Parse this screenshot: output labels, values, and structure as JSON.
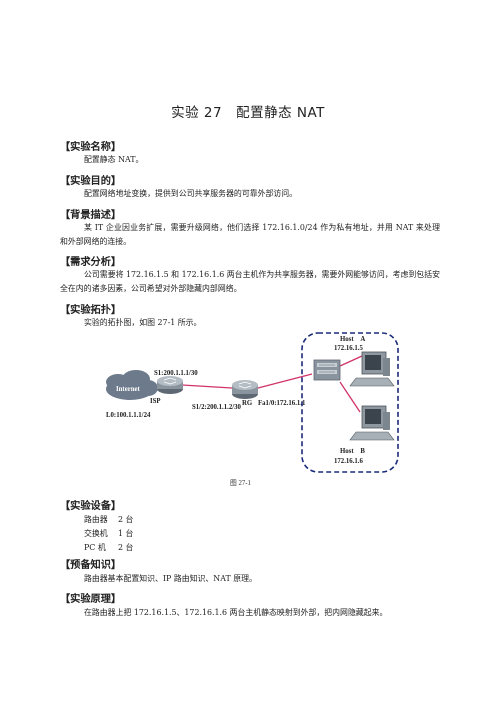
{
  "title": "实验 27　配置静态 NAT",
  "sections": {
    "name": {
      "heading": "【实验名称】",
      "body": "配置静态 NAT。"
    },
    "purpose": {
      "heading": "【实验目的】",
      "body": "配置网络地址变换，提供到公司共享服务器的可靠外部访问。"
    },
    "background": {
      "heading": "【背景描述】",
      "body": "某 IT 企业因业务扩展，需要升级网络，他们选择 172.16.1.0/24 作为私有地址，并用 NAT 来处理和外部网络的连接。"
    },
    "needs": {
      "heading": "【需求分析】",
      "body": "公司需要将 172.16.1.5 和 172.16.1.6 两台主机作为共享服务器，需要外网能够访问，考虑到包括安全在内的诸多因素，公司希望对外部隐藏内部网络。"
    },
    "topology": {
      "heading": "【实验拓扑】",
      "body": "实验的拓扑图，如图 27-1 所示。"
    },
    "equipment": {
      "heading": "【实验设备】",
      "items": [
        {
          "name": "路由器",
          "qty": "2 台"
        },
        {
          "name": "交换机",
          "qty": "1 台"
        },
        {
          "name": "PC 机",
          "qty": "2 台"
        }
      ]
    },
    "prereq": {
      "heading": "【预备知识】",
      "body": "路由器基本配置知识、IP 路由知识、NAT 原理。"
    },
    "principle": {
      "heading": "【实验原理】",
      "body": "在路由器上把 172.16.1.5、172.16.1.6 两台主机静态映射到外部，把内网隐藏起来。"
    }
  },
  "diagram": {
    "caption": "图 27-1",
    "internet_label": "Internet",
    "isp_label": "ISP",
    "rg_label": "RG",
    "s1_label": "S1:200.1.1.1/30",
    "s12_label": "S1/2:200.1.1.2/30",
    "fa_label": "Fa1/0:172.16.1.1",
    "l0_label": "L0:100.1.1.1/24",
    "host_a_name": "Host　A",
    "host_a_ip": "172.16.1.5",
    "host_b_name": "Host　B",
    "host_b_ip": "172.16.1.6",
    "colors": {
      "link": "#d0336b",
      "box": "#1a2a7a",
      "cloud": "#6c7a8c",
      "router": "#8a949e"
    }
  }
}
